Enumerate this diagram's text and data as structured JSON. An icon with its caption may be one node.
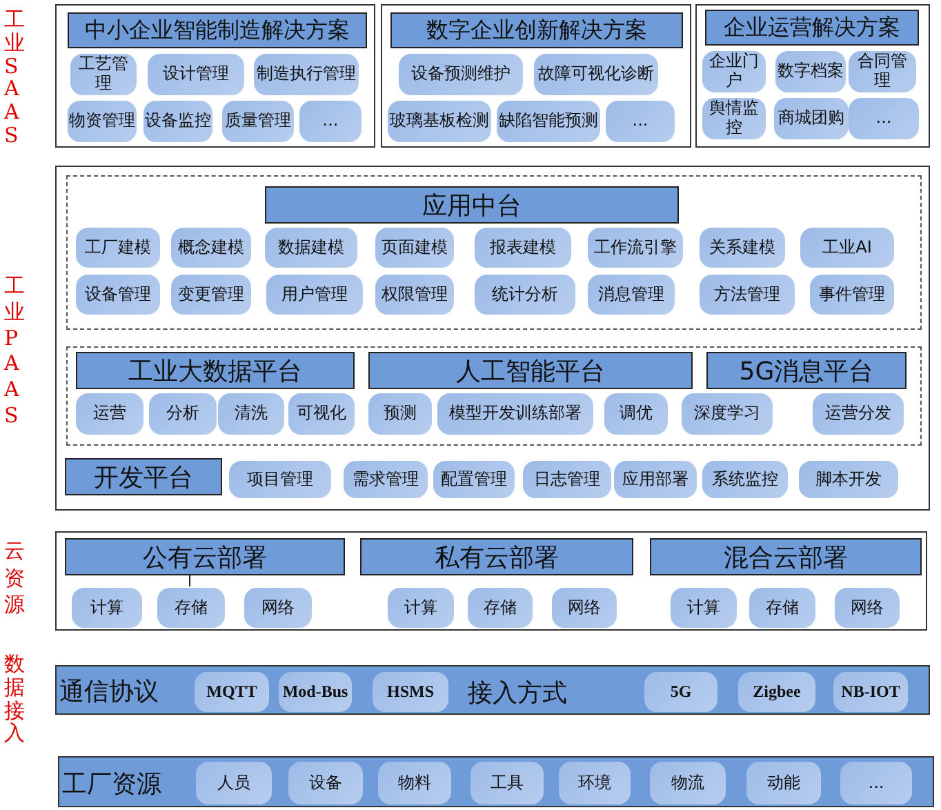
{
  "diagram": {
    "nodes": [
      {
        "text": [],
        "shape": "box"
      },
      {
        "text": [
          "中小企业智能制造解决方案"
        ],
        "in": 0
      },
      {
        "text": [
          "工艺管理"
        ],
        "in": 0
      },
      {
        "text": [
          "设计管理"
        ],
        "in": 0
      },
      {
        "text": [
          "制造执行管理"
        ],
        "in": 0
      },
      {
        "text": [
          "物资管理"
        ],
        "in": 0
      },
      {
        "text": [
          "设备监控"
        ],
        "in": 0
      },
      {
        "text": [
          "质量管理"
        ],
        "in": 0
      },
      {
        "text": [
          "..."
        ],
        "in": 0
      },
      {
        "text": [],
        "shape": "box"
      },
      {
        "text": [
          "数字企业创新解决方案"
        ],
        "in": 9
      },
      {
        "text": [
          "设备预测维护"
        ],
        "in": 9
      },
      {
        "text": [
          "故障可视化诊断"
        ],
        "in": 9
      },
      {
        "text": [
          "玻璃基板检测"
        ],
        "in": 9
      },
      {
        "text": [
          "缺陷智能预测"
        ],
        "in": 9
      },
      {
        "text": [
          "..."
        ],
        "in": 9
      },
      {
        "text": [],
        "shape": "box"
      },
      {
        "text": [
          "企业运营解决方案"
        ],
        "in": 16
      },
      {
        "text": [
          "企业门户"
        ],
        "in": 16
      },
      {
        "text": [
          "数字档案"
        ],
        "in": 16
      },
      {
        "text": [
          "合同管理"
        ],
        "in": 16
      },
      {
        "text": [
          "舆情监控"
        ],
        "in": 16
      },
      {
        "text": [
          "商城团购"
        ],
        "in": 16
      },
      {
        "text": [
          "..."
        ],
        "in": 16
      },
      {
        "text": [],
        "shape": "box"
      },
      {
        "text": [],
        "shape": "box",
        "in": 24
      },
      {
        "text": [
          "应用中台"
        ],
        "in": 25
      },
      {
        "text": [
          "工厂建模"
        ],
        "in": 25
      },
      {
        "text": [
          "概念建模"
        ],
        "in": 25
      },
      {
        "text": [
          "数据建模"
        ],
        "in": 25
      },
      {
        "text": [
          "页面建模"
        ],
        "in": 25
      },
      {
        "text": [
          "报表建模"
        ],
        "in": 25
      },
      {
        "text": [
          "工作流引擎"
        ],
        "in": 25
      },
      {
        "text": [
          "关系建模"
        ],
        "in": 25
      },
      {
        "text": [
          "工业AI"
        ],
        "in": 25
      },
      {
        "text": [
          "设备管理"
        ],
        "in": 25
      },
      {
        "text": [
          "变更管理"
        ],
        "in": 25
      },
      {
        "text": [
          "用户管理"
        ],
        "in": 25
      },
      {
        "text": [
          "权限管理"
        ],
        "in": 25
      },
      {
        "text": [
          "统计分析"
        ],
        "in": 25
      },
      {
        "text": [
          "消息管理"
        ],
        "in": 25
      },
      {
        "text": [
          "方法管理"
        ],
        "in": 25
      },
      {
        "text": [
          "事件管理"
        ],
        "in": 25
      },
      {
        "text": [],
        "shape": "box",
        "in": 24
      },
      {
        "text": [
          "工业大数据平台"
        ],
        "in": 43
      },
      {
        "text": [
          "人工智能平台"
        ],
        "in": 43
      },
      {
        "text": [
          "5G消息平台"
        ],
        "in": 43
      },
      {
        "text": [
          "运营"
        ],
        "in": 43
      },
      {
        "text": [
          "分析"
        ],
        "in": 43
      },
      {
        "text": [
          "清洗"
        ],
        "in": 43
      },
      {
        "text": [
          "可视化"
        ],
        "in": 43
      },
      {
        "text": [
          "预测"
        ],
        "in": 43
      },
      {
        "text": [
          "模型开发训练部署"
        ],
        "in": 43
      },
      {
        "text": [
          "调优"
        ],
        "in": 43
      },
      {
        "text": [
          "深度学习"
        ],
        "in": 43
      },
      {
        "text": [
          "运营分发"
        ],
        "in": 43
      },
      {
        "text": [
          "开发平台"
        ],
        "in": 24
      },
      {
        "text": [
          "项目管理"
        ],
        "in": 24
      },
      {
        "text": [
          "需求管理"
        ],
        "in": 24
      },
      {
        "text": [
          "配置管理"
        ],
        "in": 24
      },
      {
        "text": [
          "日志管理"
        ],
        "in": 24
      },
      {
        "text": [
          "应用部署"
        ],
        "in": 24
      },
      {
        "text": [
          "系统监控"
        ],
        "in": 24
      },
      {
        "text": [
          "脚本开发"
        ],
        "in": 24
      },
      {
        "text": [],
        "shape": "box"
      },
      {
        "text": [
          "公有云部署"
        ],
        "in": 64
      },
      {
        "text": [
          "私有云部署"
        ],
        "in": 64
      },
      {
        "text": [
          "混合云部署"
        ],
        "in": 64
      },
      {
        "text": [
          "计算"
        ],
        "in": 64
      },
      {
        "text": [
          "存储"
        ],
        "in": 64
      },
      {
        "text": [
          "网络"
        ],
        "in": 64
      },
      {
        "text": [
          "计算"
        ],
        "in": 64
      },
      {
        "text": [
          "存储"
        ],
        "in": 64
      },
      {
        "text": [
          "网络"
        ],
        "in": 64
      },
      {
        "text": [
          "计算"
        ],
        "in": 64
      },
      {
        "text": [
          "存储"
        ],
        "in": 64
      },
      {
        "text": [
          "网络"
        ],
        "in": 64
      },
      {
        "text": [
          "通信协议",
          "接入方式"
        ]
      },
      {
        "text": [
          "MQTT"
        ],
        "in": 77
      },
      {
        "text": [
          "Mod-Bus"
        ],
        "in": 77
      },
      {
        "text": [
          "HSMS"
        ],
        "in": 77
      },
      {
        "text": [
          "5G"
        ],
        "in": 77
      },
      {
        "text": [
          "Zigbee"
        ],
        "in": 77
      },
      {
        "text": [
          "NB-IOT"
        ],
        "in": 77
      },
      {
        "text": [
          "工厂资源"
        ]
      },
      {
        "text": [
          "人员"
        ],
        "in": 84
      },
      {
        "text": [
          "设备"
        ],
        "in": 84
      },
      {
        "text": [
          "物料"
        ],
        "in": 84
      },
      {
        "text": [
          "工具"
        ],
        "in": 84
      },
      {
        "text": [
          "环境"
        ],
        "in": 84
      },
      {
        "text": [
          "物流"
        ],
        "in": 84
      },
      {
        "text": [
          "动能"
        ],
        "in": 84
      },
      {
        "text": [
          "..."
        ],
        "in": 84
      }
    ],
    "edges": [
      {
        "from": 65,
        "to": 69,
        "arrow": "none"
      }
    ],
    "labels": [
      "工业SAAS",
      "工业PAAS",
      "云资源",
      "数据接入"
    ]
  }
}
